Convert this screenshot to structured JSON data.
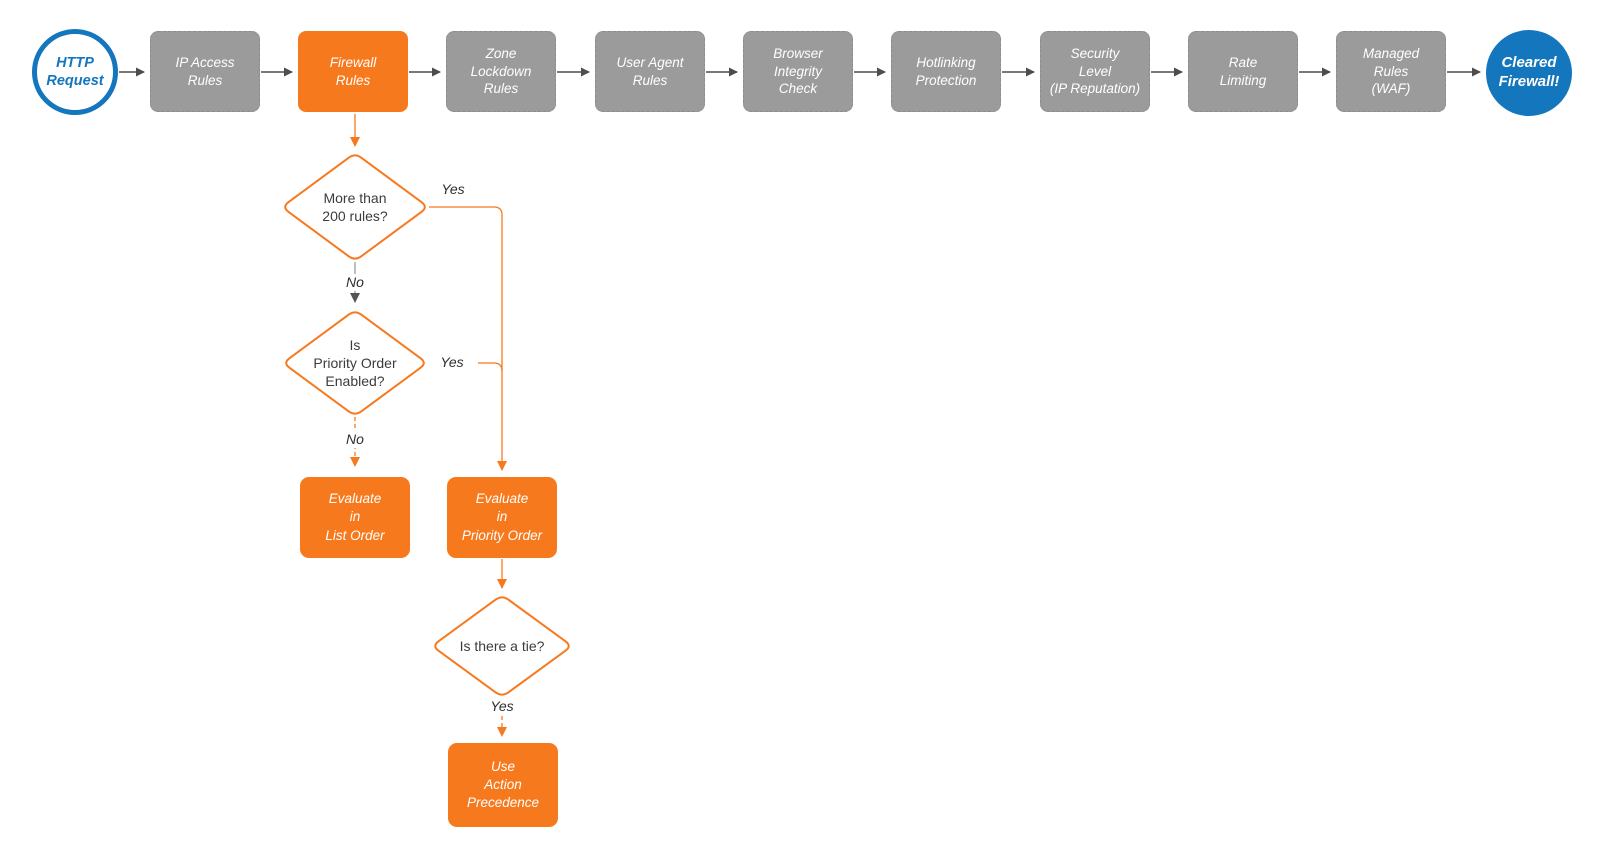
{
  "diagram": {
    "start_node": {
      "label": "HTTP\nRequest"
    },
    "end_node": {
      "label": "Cleared\nFirewall!"
    },
    "pipeline": [
      {
        "label": "IP Access\nRules"
      },
      {
        "label": "Firewall\nRules",
        "highlighted": true
      },
      {
        "label": "Zone\nLockdown\nRules"
      },
      {
        "label": "User Agent\nRules"
      },
      {
        "label": "Browser\nIntegrity\nCheck"
      },
      {
        "label": "Hotlinking\nProtection"
      },
      {
        "label": "Security\nLevel\n(IP Reputation)"
      },
      {
        "label": "Rate\nLimiting"
      },
      {
        "label": "Managed\nRules\n(WAF)"
      }
    ],
    "decisions": [
      {
        "label": "More than\n200 rules?"
      },
      {
        "label": "Is\nPriority Order\nEnabled?"
      },
      {
        "label": "Is there a tie?"
      }
    ],
    "actions": [
      {
        "label": "Evaluate\nin\nList Order"
      },
      {
        "label": "Evaluate\nin\nPriority Order"
      },
      {
        "label": "Use\nAction\nPrecedence"
      }
    ],
    "edge_labels": {
      "yes1": "Yes",
      "no1": "No",
      "yes2": "Yes",
      "no2": "No",
      "yes3": "Yes"
    },
    "colors": {
      "orange": "#F7791D",
      "blue": "#1476BD",
      "gray": "#9B9B9B",
      "arrow_dark": "#4D4D4D"
    }
  }
}
